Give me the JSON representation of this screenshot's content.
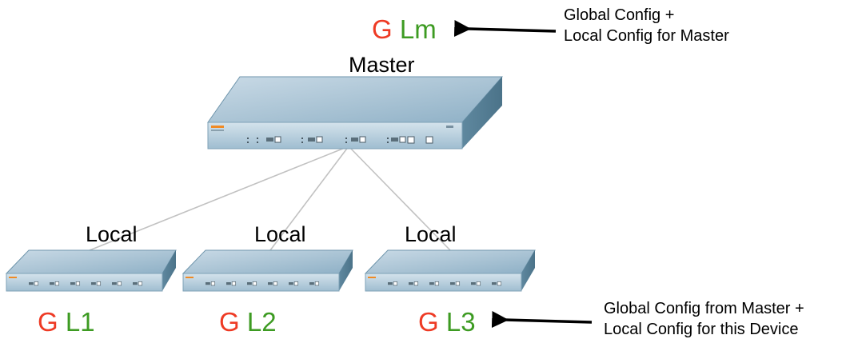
{
  "colors": {
    "global": "#ee3a24",
    "local": "#3d9b22",
    "device_body": "#7fa6be",
    "link": "#c2c2c2",
    "arrow": "#000000"
  },
  "master": {
    "role": "Master",
    "global_tag": "G",
    "local_tag": "Lm",
    "note_line1": "Global Config +",
    "note_line2": "Local Config for Master"
  },
  "locals": [
    {
      "role": "Local",
      "global_tag": "G",
      "local_tag": "L1"
    },
    {
      "role": "Local",
      "global_tag": "G",
      "local_tag": "L2"
    },
    {
      "role": "Local",
      "global_tag": "G",
      "local_tag": "L3"
    }
  ],
  "local_note": {
    "line1": "Global Config from Master +",
    "line2": "Local Config for this Device"
  },
  "icons": [
    "network-controller-icon",
    "arrow-left-icon"
  ]
}
